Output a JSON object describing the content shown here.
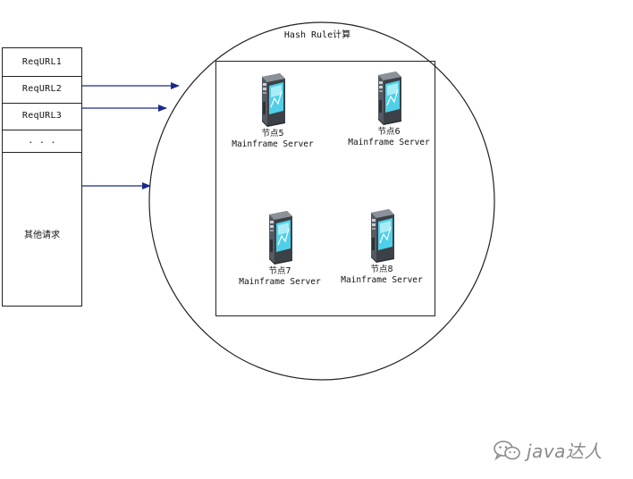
{
  "requests": {
    "items": [
      {
        "label": "ReqURL1"
      },
      {
        "label": "ReqURL2"
      },
      {
        "label": "ReqURL3"
      },
      {
        "label": ". . ."
      }
    ],
    "other_label": "其他请求"
  },
  "hash_rule": {
    "title": "Hash Rule计算"
  },
  "nodes": [
    {
      "name": "节点5",
      "type": "Mainframe Server"
    },
    {
      "name": "节点6",
      "type": "Mainframe Server"
    },
    {
      "name": "节点7",
      "type": "Mainframe Server"
    },
    {
      "name": "节点8",
      "type": "Mainframe Server"
    }
  ],
  "watermark": {
    "text": "java达人",
    "icon": "wechat-icon"
  },
  "colors": {
    "arrow": "#1a2a8c",
    "line": "#222222",
    "server_body": "#555b63",
    "server_screen": "#4fd0e8",
    "watermark": "#8a8a8a"
  }
}
